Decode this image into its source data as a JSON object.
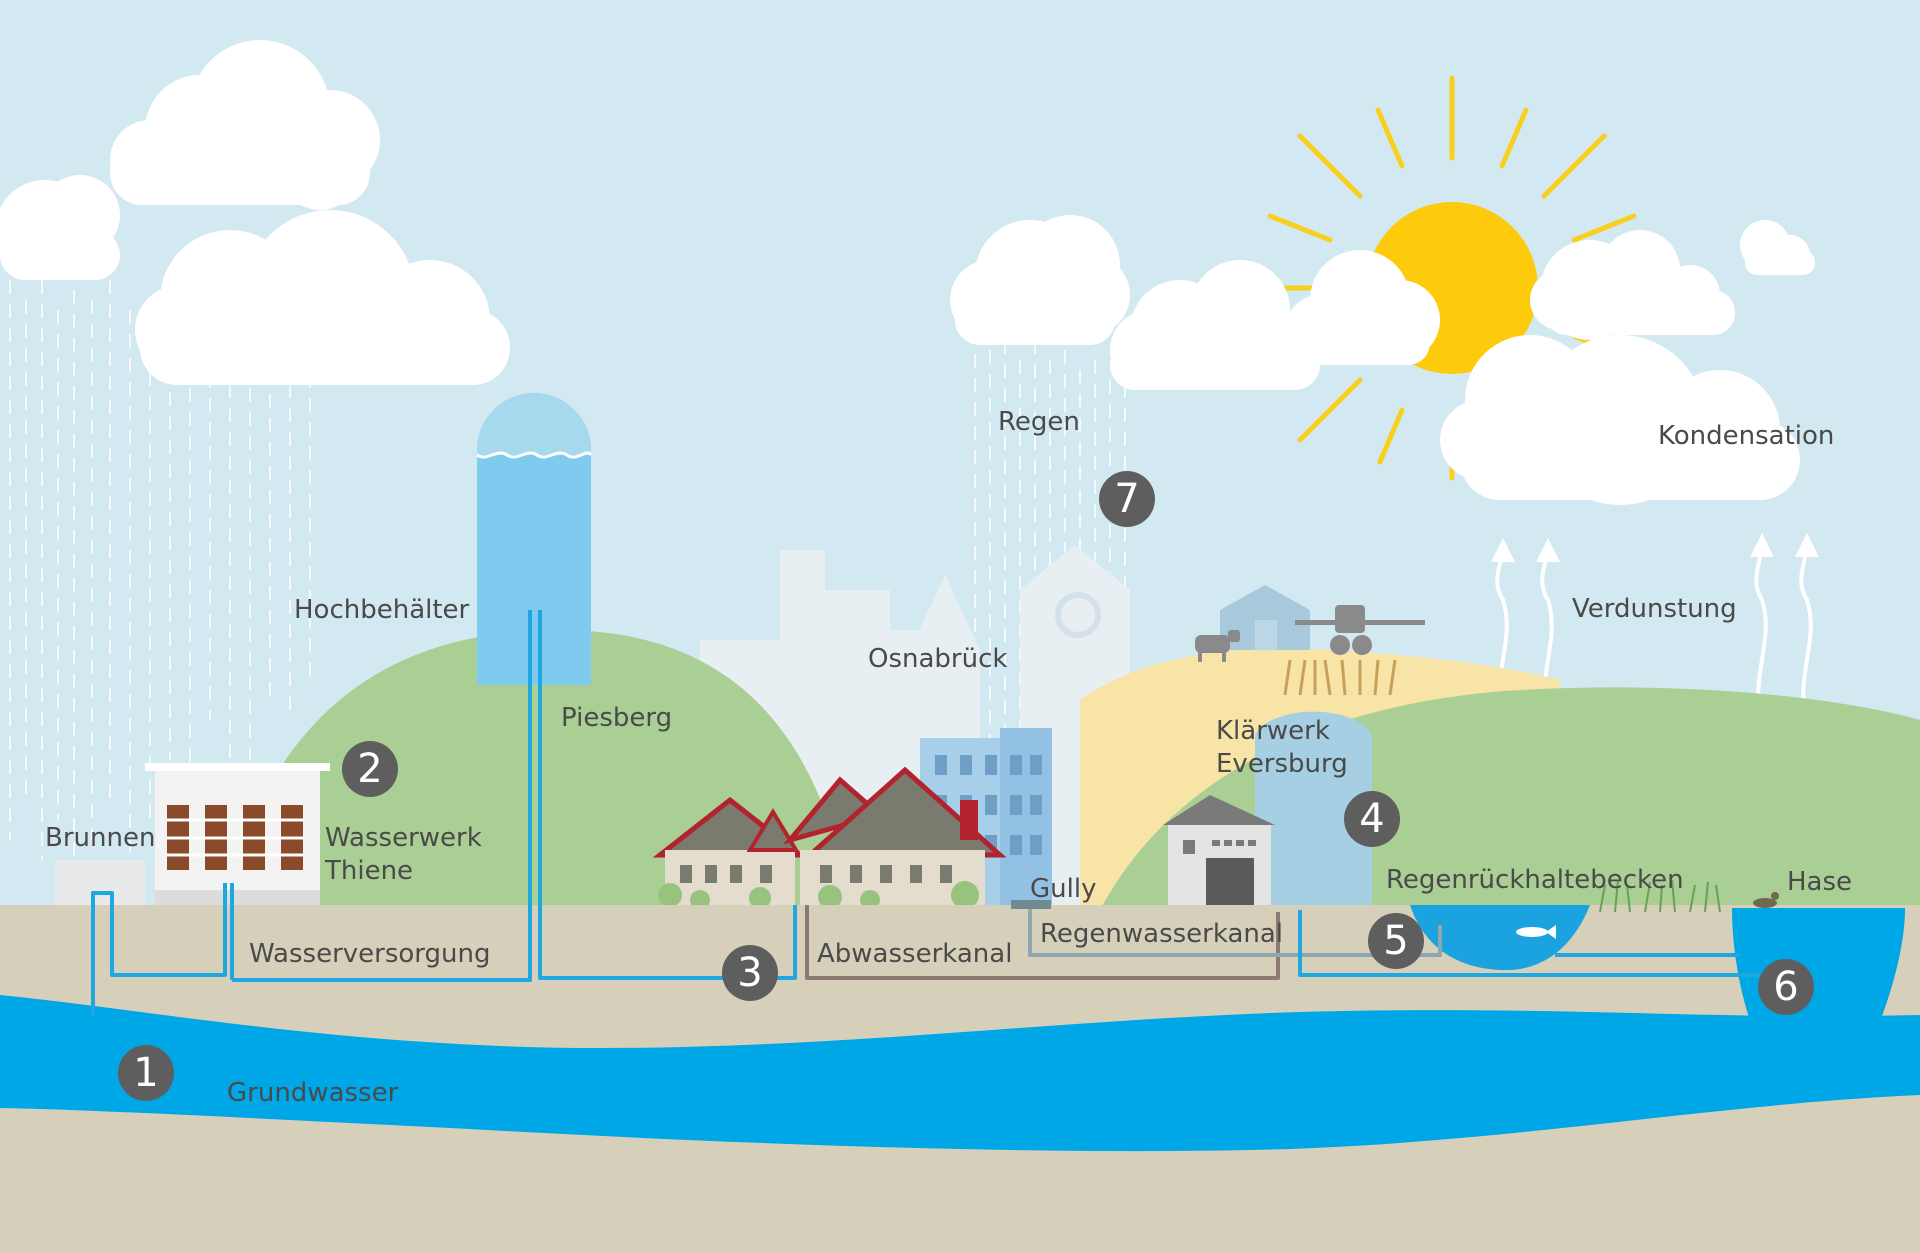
{
  "colors": {
    "sky": "#d3e9f2",
    "ground": "#d6d0bb",
    "hill": "#a9cf95",
    "field": "#f8e4a6",
    "groundwater": "#00a7e6",
    "pipe": "#1fa8e0",
    "sewer": "#8b7a74",
    "stormwater": "#8ea6ad",
    "sun": "#fdca0c",
    "rays": "#f7cf1f",
    "badge": "#5e5e5e",
    "text": "#4a4a4a"
  },
  "labels": {
    "brunnen": "Brunnen",
    "wasserwerk": "Wasserwerk Thiene",
    "hochbehaelter": "Hochbehälter",
    "piesberg": "Piesberg",
    "wasserversorgung": "Wasserversorgung",
    "grundwasser": "Grundwasser",
    "osnabrueck": "Osnabrück",
    "regen": "Regen",
    "gully": "Gully",
    "abwasserkanal": "Abwasserkanal",
    "regenwasserkanal": "Regenwasserkanal",
    "klaerwerk": "Klärwerk Eversburg",
    "regenrueckhaltebecken": "Regenrückhaltebecken",
    "hase": "Hase",
    "verdunstung": "Verdunstung",
    "kondensation": "Kondensation"
  },
  "badges": {
    "b1": "1",
    "b2": "2",
    "b3": "3",
    "b4": "4",
    "b5": "5",
    "b6": "6",
    "b7": "7"
  }
}
